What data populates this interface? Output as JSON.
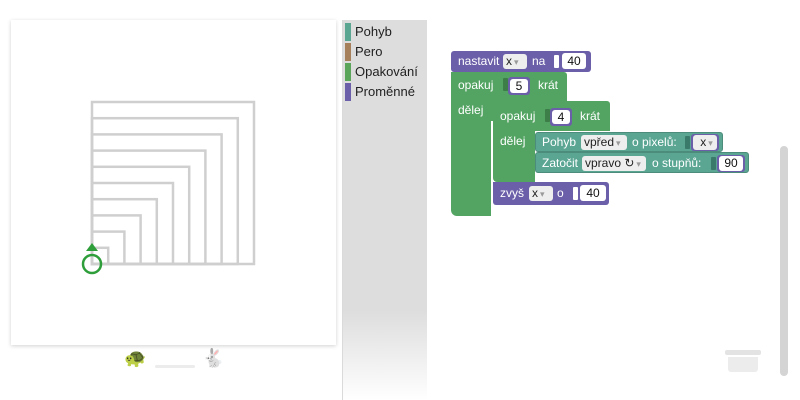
{
  "toolbox": {
    "categories": [
      {
        "label": "Pohyb",
        "color": "#5aa693"
      },
      {
        "label": "Pero",
        "color": "#a5805a"
      },
      {
        "label": "Opakování",
        "color": "#5ba55b"
      },
      {
        "label": "Proměnné",
        "color": "#6a5fa8"
      }
    ]
  },
  "speed": {
    "slow_icon": "turtle-icon",
    "fast_icon": "rabbit-icon"
  },
  "blocks": {
    "set": {
      "label": "nastavit",
      "var": "x",
      "on": "na",
      "value": "40"
    },
    "outer_repeat": {
      "label": "opakuj",
      "count": "5",
      "times": "krát",
      "do": "dělej"
    },
    "inner_repeat": {
      "label": "opakuj",
      "count": "4",
      "times": "krát",
      "do": "dělej"
    },
    "move": {
      "label": "Pohyb",
      "direction": "vpřed",
      "by": "o pixelů:",
      "var": "x"
    },
    "turn": {
      "label": "Zatočit",
      "direction": "vpravo ↻",
      "by": "o stupňů:",
      "value": "90"
    },
    "increase": {
      "label": "zvyš",
      "var": "x",
      "by": "o",
      "value": "40"
    }
  },
  "colors": {
    "variables": "#6a5fa8",
    "loops": "#53a462",
    "movement": "#5aa693",
    "pen": "#a5805a",
    "turtle": "#2e9e3a"
  }
}
